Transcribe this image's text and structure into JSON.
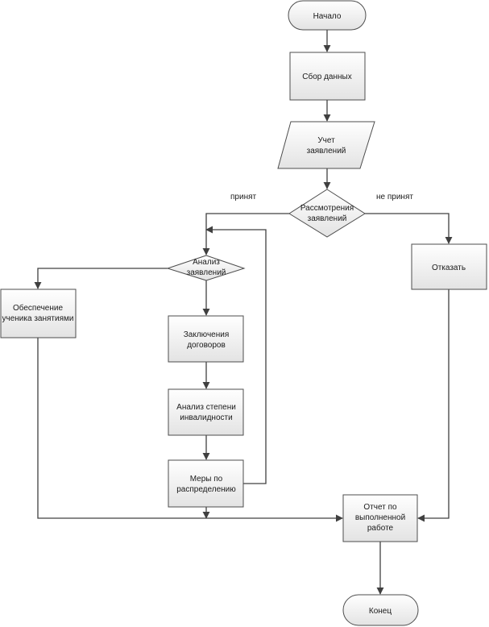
{
  "nodes": {
    "start": [
      "Начало"
    ],
    "collect": [
      "Сбор данных"
    ],
    "record": [
      "Учет",
      "заявлений"
    ],
    "review": [
      "Рассмотрения",
      "заявлений"
    ],
    "analyze": [
      "Анализ",
      "заявлений"
    ],
    "refuse": [
      "Отказать"
    ],
    "provide": [
      "Обеспечение",
      "ученика занятиями"
    ],
    "contracts": [
      "Заключения",
      "договоров"
    ],
    "disability": [
      "Анализ степени",
      "инвалидности"
    ],
    "measures": [
      "Меры по",
      "распределению"
    ],
    "report": [
      "Отчет по",
      "выполненной",
      "работе"
    ],
    "end": [
      "Конец"
    ]
  },
  "edge_labels": {
    "accepted": "принят",
    "rejected": "не принят"
  },
  "colors": {
    "fill_top": "#ffffff",
    "fill_bottom": "#e3e3e3",
    "stroke": "#4d4d4d",
    "line": "#404040"
  }
}
